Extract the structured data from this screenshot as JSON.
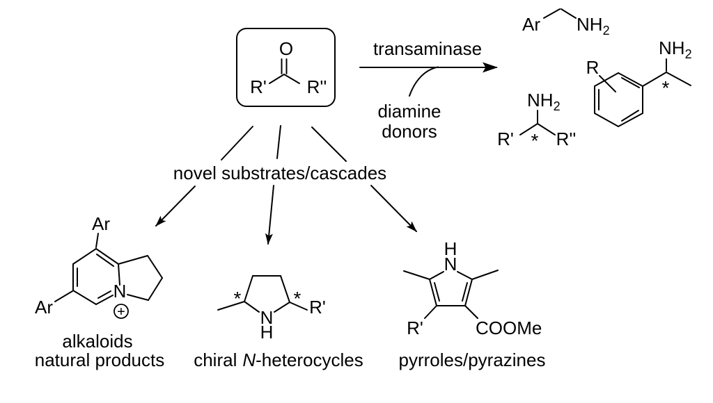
{
  "colors": {
    "ink": "#000000",
    "background": "#ffffff"
  },
  "substrate": {
    "oxygen": "O",
    "r_prime": "R'",
    "r_double_prime": "R''"
  },
  "reaction": {
    "enzyme": "transaminase",
    "donors_line1": "diamine",
    "donors_line2": "donors"
  },
  "products": {
    "benzylamine": {
      "ar": "Ar",
      "amine_main": "NH",
      "amine_sub": "2"
    },
    "dialkylamine": {
      "amine_main": "NH",
      "amine_sub": "2",
      "r_prime": "R'",
      "stereocenter": "*",
      "r_double_prime": "R''"
    },
    "arylethylamine": {
      "r": "R",
      "amine_main": "NH",
      "amine_sub": "2",
      "stereocenter": "*"
    }
  },
  "branch": {
    "label": "novel substrates/cascades"
  },
  "alkaloid": {
    "ar_top": "Ar",
    "ar_left": "Ar",
    "nitrogen": "N",
    "charge": "+",
    "caption_line1": "alkaloids",
    "caption_line2": "natural products"
  },
  "pyrrolidine": {
    "stereo_left": "*",
    "stereo_right": "*",
    "nitrogen": "N",
    "hydrogen": "H",
    "r_prime": "R'",
    "caption_part1": "chiral",
    "caption_italic": "N",
    "caption_part2": "-heterocycles"
  },
  "pyrrole": {
    "hydrogen": "H",
    "nitrogen": "N",
    "r_prime": "R'",
    "ester": "COOMe",
    "caption": "pyrroles/pyrazines"
  }
}
